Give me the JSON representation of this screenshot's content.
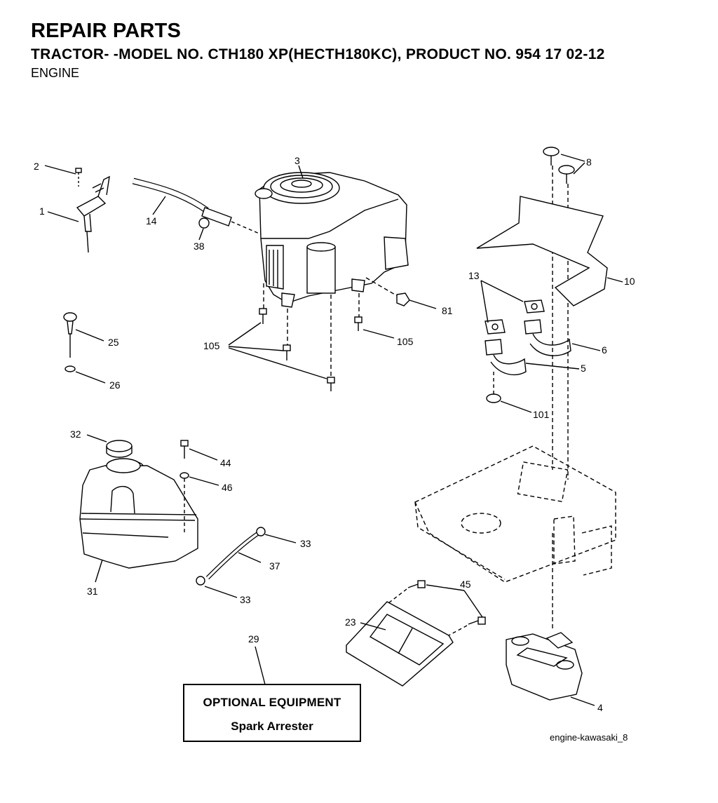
{
  "header": {
    "title": "REPAIR PARTS",
    "subtitle": "TRACTOR- -MODEL NO. CTH180 XP(HECTH180KC), PRODUCT NO. 954 17 02-12",
    "section": "ENGINE"
  },
  "callouts": {
    "c1": "1",
    "c2": "2",
    "c3": "3",
    "c4": "4",
    "c5": "5",
    "c6": "6",
    "c8": "8",
    "c10": "10",
    "c13": "13",
    "c14": "14",
    "c23": "23",
    "c25": "25",
    "c26": "26",
    "c29": "29",
    "c31": "31",
    "c32": "32",
    "c33a": "33",
    "c33b": "33",
    "c37": "37",
    "c38": "38",
    "c44": "44",
    "c45": "45",
    "c46": "46",
    "c81": "81",
    "c101": "101",
    "c105a": "105",
    "c105b": "105"
  },
  "optional_box": {
    "line1": "OPTIONAL EQUIPMENT",
    "line2": "Spark Arrester"
  },
  "figure_ref": "engine-kawasaki_8"
}
